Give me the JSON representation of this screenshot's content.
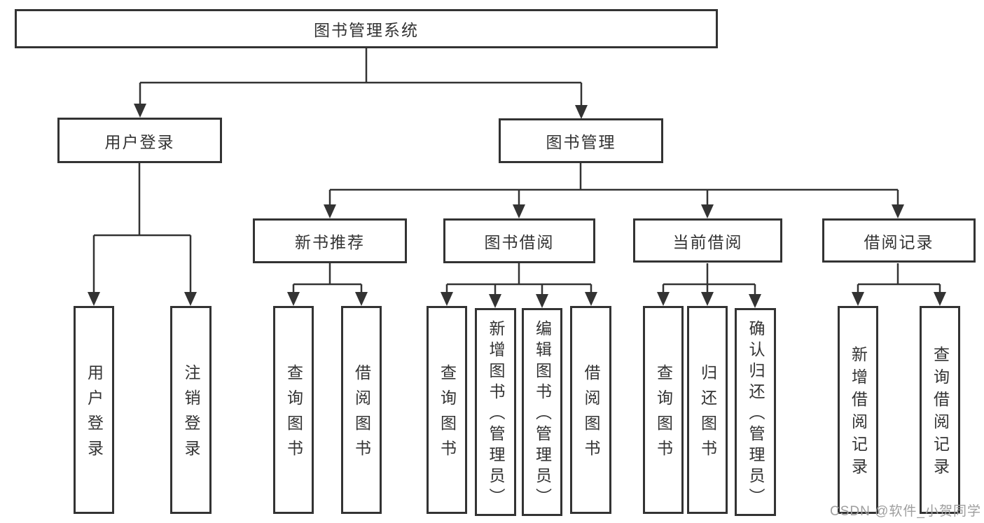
{
  "tree": {
    "root": {
      "label": "图书管理系统"
    },
    "branches": [
      {
        "label": "用户登录",
        "children": [
          {
            "label": "用户登录"
          },
          {
            "label": "注销登录"
          }
        ]
      },
      {
        "label": "图书管理",
        "children": [
          {
            "label": "新书推荐",
            "children": [
              {
                "label": "查询图书"
              },
              {
                "label": "借阅图书"
              }
            ]
          },
          {
            "label": "图书借阅",
            "children": [
              {
                "label": "查询图书"
              },
              {
                "label": "新增图书（管理员）"
              },
              {
                "label": "编辑图书（管理员）"
              },
              {
                "label": "借阅图书"
              }
            ]
          },
          {
            "label": "当前借阅",
            "children": [
              {
                "label": "查询图书"
              },
              {
                "label": "归还图书"
              },
              {
                "label": "确认归还（管理员）"
              }
            ]
          },
          {
            "label": "借阅记录",
            "children": [
              {
                "label": "新增借阅记录"
              },
              {
                "label": "查询借阅记录"
              }
            ]
          }
        ]
      }
    ]
  },
  "watermark": {
    "text": "CSDN @软件_小贺同学"
  },
  "colors": {
    "line": "#333333",
    "text": "#333333",
    "box_background": "#ffffff",
    "background": "#ffffff",
    "watermark": "#9e9e9e"
  }
}
